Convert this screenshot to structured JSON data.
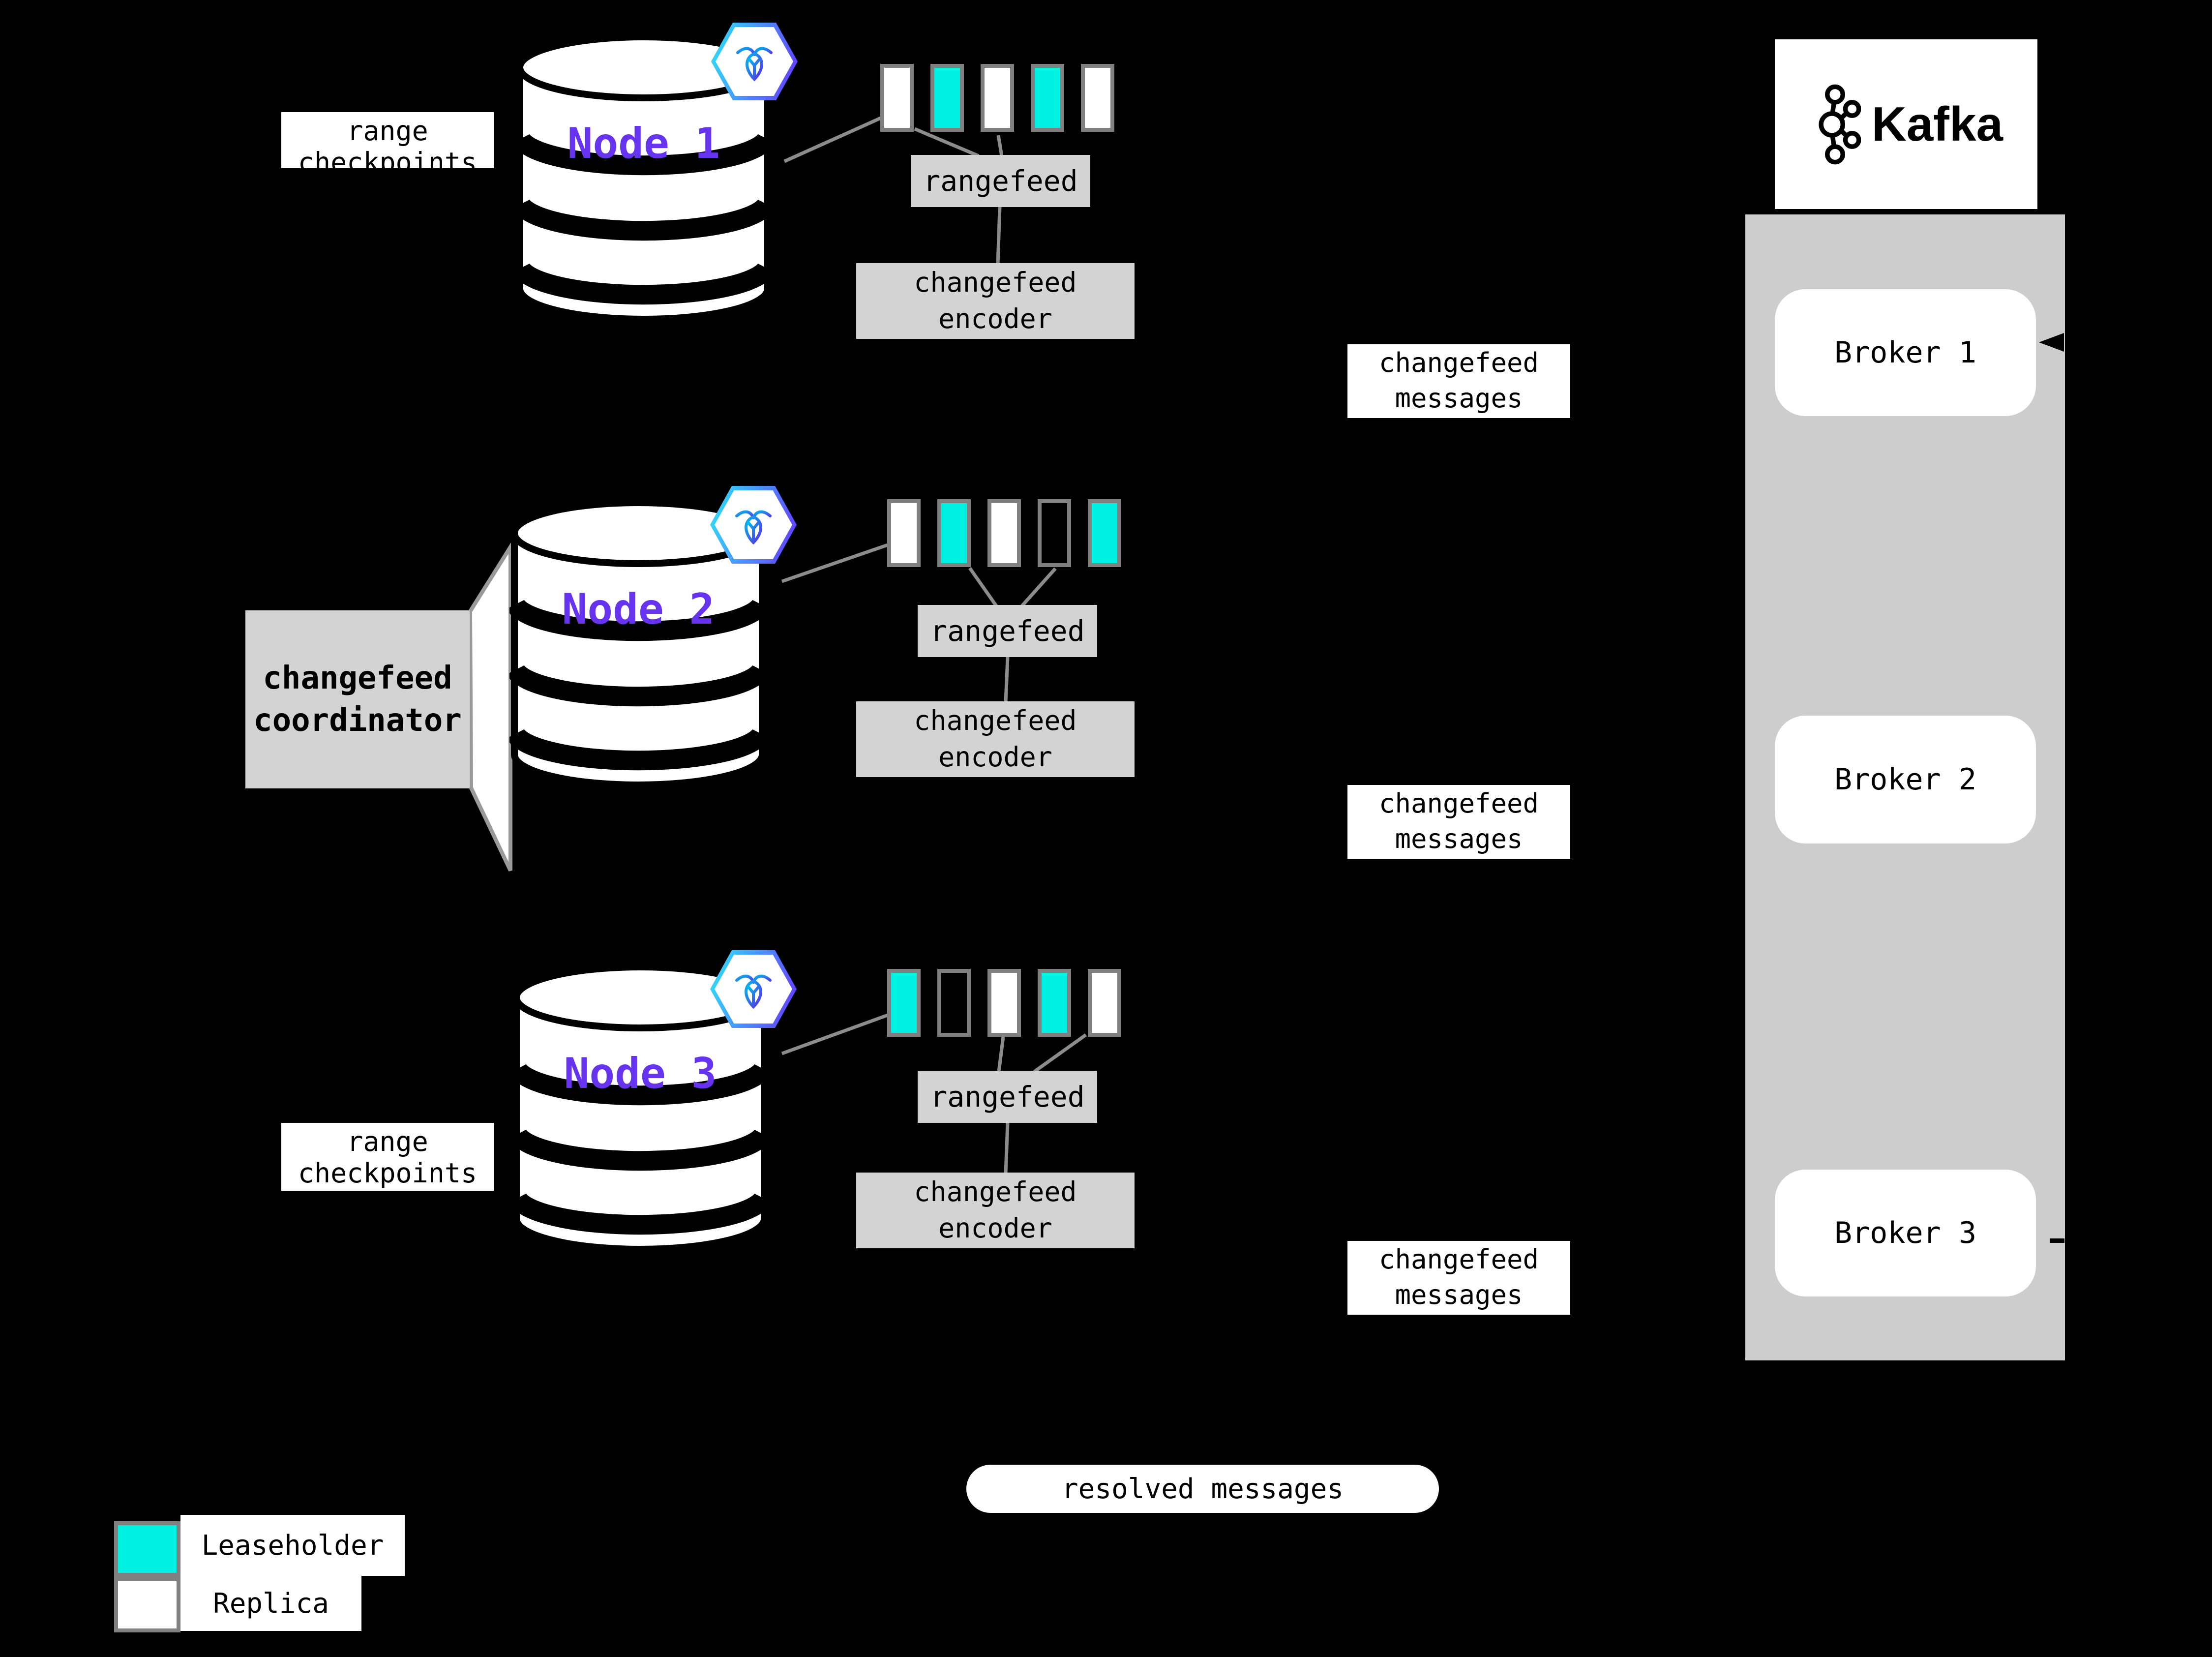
{
  "colors": {
    "leaseholder": "#00f2e2",
    "replica": "#ffffff",
    "empty": "#000000",
    "node_text": "#6633ee",
    "box_gray": "#d3d3d3",
    "panel_gray": "#cdcdcd",
    "line_gray": "#8c8c8c",
    "background": "#000000"
  },
  "nodes": [
    {
      "label": "Node 1"
    },
    {
      "label": "Node 2"
    },
    {
      "label": "Node 3"
    }
  ],
  "labels": {
    "range_checkpoints": "range\ncheckpoints",
    "changefeed_coordinator": "changefeed\ncoordinator",
    "rangefeed": "rangefeed",
    "changefeed_encoder": "changefeed\nencoder",
    "changefeed_messages": "changefeed\nmessages",
    "resolved_messages": "resolved messages"
  },
  "kafka": {
    "title": "Kafka",
    "brokers": [
      {
        "label": "Broker 1"
      },
      {
        "label": "Broker 2"
      },
      {
        "label": "Broker 3"
      }
    ]
  },
  "ranges": {
    "rows": [
      [
        "replica",
        "leaseholder",
        "replica",
        "leaseholder",
        "replica"
      ],
      [
        "replica",
        "leaseholder",
        "replica",
        "empty",
        "leaseholder"
      ],
      [
        "leaseholder",
        "empty",
        "replica",
        "leaseholder",
        "replica"
      ]
    ]
  },
  "legend": [
    {
      "label": "Leaseholder",
      "type": "leaseholder"
    },
    {
      "label": "Replica",
      "type": "replica"
    }
  ]
}
